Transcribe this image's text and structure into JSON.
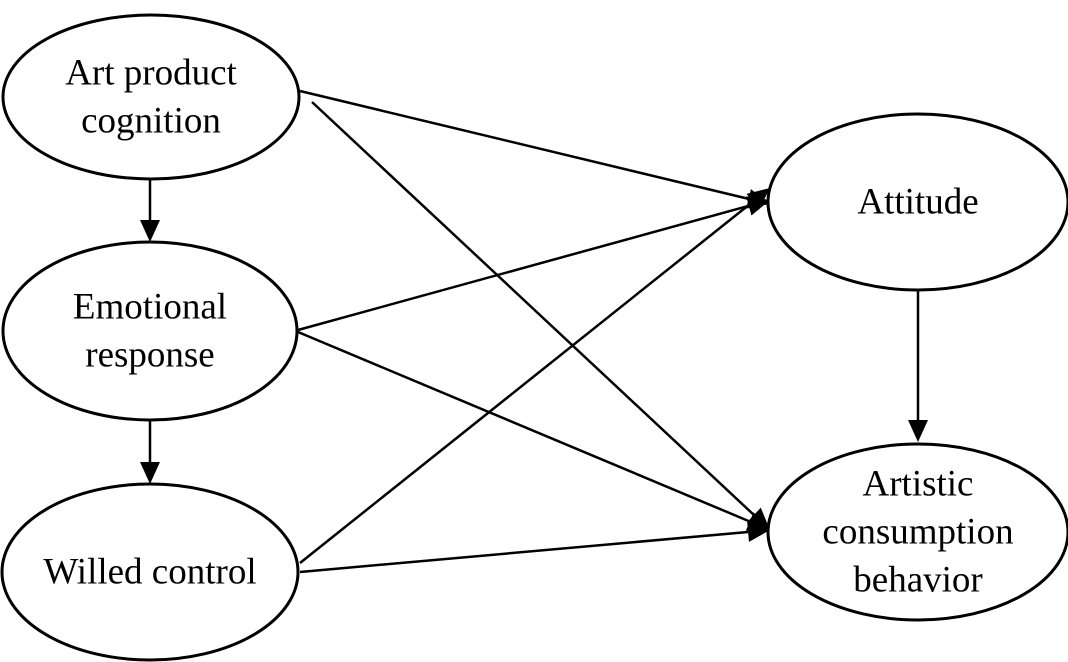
{
  "nodes": [
    {
      "id": "art-product-cognition",
      "lines": [
        "Art product",
        "cognition"
      ]
    },
    {
      "id": "emotional-response",
      "lines": [
        "Emotional",
        "response"
      ]
    },
    {
      "id": "willed-control",
      "lines": [
        "Willed control"
      ]
    },
    {
      "id": "attitude",
      "lines": [
        "Attitude"
      ]
    },
    {
      "id": "artistic-consumption-behavior",
      "lines": [
        "Artistic",
        "consumption",
        "behavior"
      ]
    }
  ],
  "edges": [
    {
      "from": "art-product-cognition",
      "to": "emotional-response"
    },
    {
      "from": "emotional-response",
      "to": "willed-control"
    },
    {
      "from": "art-product-cognition",
      "to": "attitude"
    },
    {
      "from": "art-product-cognition",
      "to": "artistic-consumption-behavior"
    },
    {
      "from": "emotional-response",
      "to": "attitude"
    },
    {
      "from": "emotional-response",
      "to": "artistic-consumption-behavior"
    },
    {
      "from": "willed-control",
      "to": "attitude"
    },
    {
      "from": "willed-control",
      "to": "artistic-consumption-behavior"
    },
    {
      "from": "attitude",
      "to": "artistic-consumption-behavior"
    }
  ],
  "colors": {
    "stroke": "#000000",
    "fill": "#ffffff",
    "text": "#000000"
  }
}
